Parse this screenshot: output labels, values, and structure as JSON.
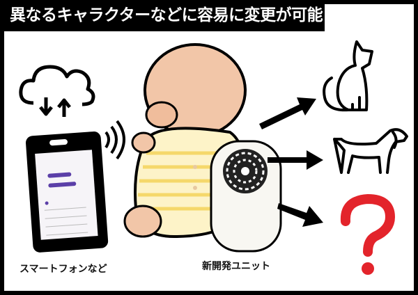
{
  "title": "異なるキャラクターなどに容易に変更が可能",
  "labels": {
    "phone": "スマートフォンなど",
    "unit": "新開発ユニット"
  },
  "icons": [
    "cloud-sync-icon",
    "smartphone-icon",
    "wireless-signal-icon",
    "baby-plush-image",
    "speaker-unit-image",
    "arrow-right-icon",
    "cat-icon",
    "dog-icon",
    "question-mark-icon"
  ],
  "colors": {
    "question_mark": "#e3242b",
    "phone_button": "#5b3fa8",
    "banner": "#000000"
  }
}
